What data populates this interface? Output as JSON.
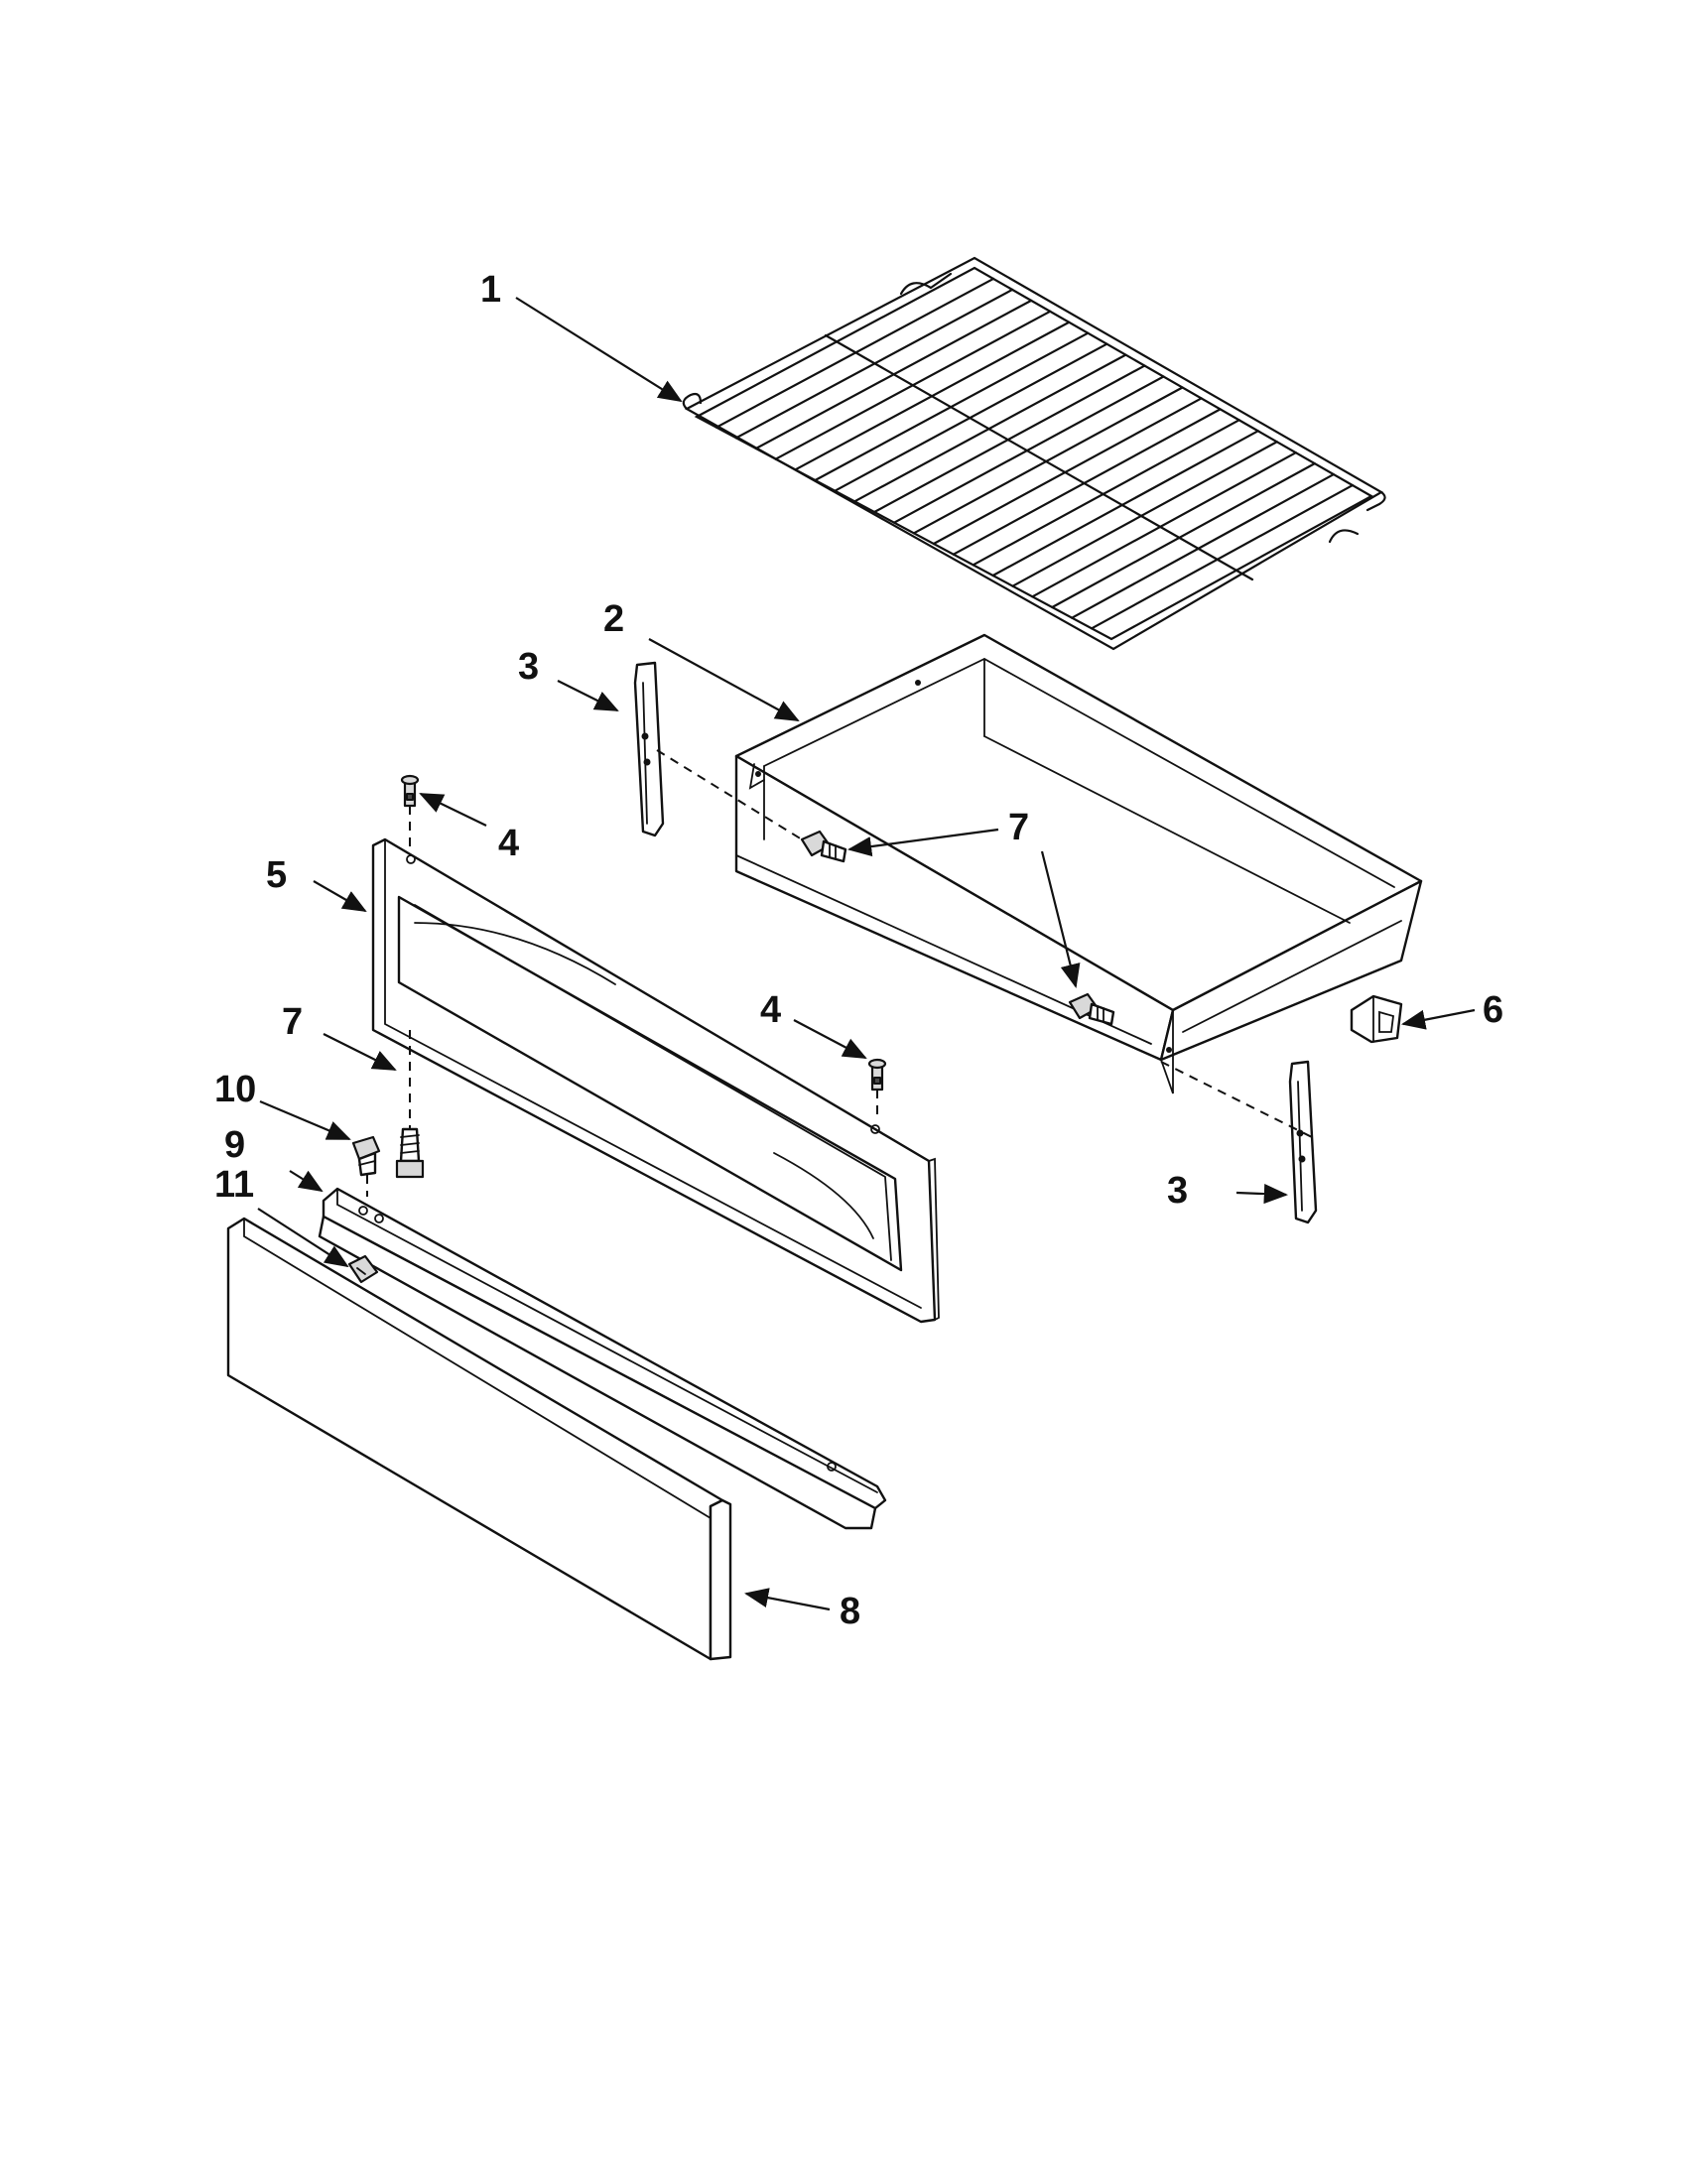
{
  "diagram": {
    "callouts": [
      {
        "id": "c1",
        "label": "1"
      },
      {
        "id": "c2",
        "label": "2"
      },
      {
        "id": "c3a",
        "label": "3"
      },
      {
        "id": "c3b",
        "label": "3"
      },
      {
        "id": "c4a",
        "label": "4"
      },
      {
        "id": "c4b",
        "label": "4"
      },
      {
        "id": "c5",
        "label": "5"
      },
      {
        "id": "c6",
        "label": "6"
      },
      {
        "id": "c7a",
        "label": "7"
      },
      {
        "id": "c7b",
        "label": "7"
      },
      {
        "id": "c8",
        "label": "8"
      },
      {
        "id": "c9",
        "label": "9"
      },
      {
        "id": "c10",
        "label": "10"
      },
      {
        "id": "c11",
        "label": "11"
      }
    ]
  }
}
